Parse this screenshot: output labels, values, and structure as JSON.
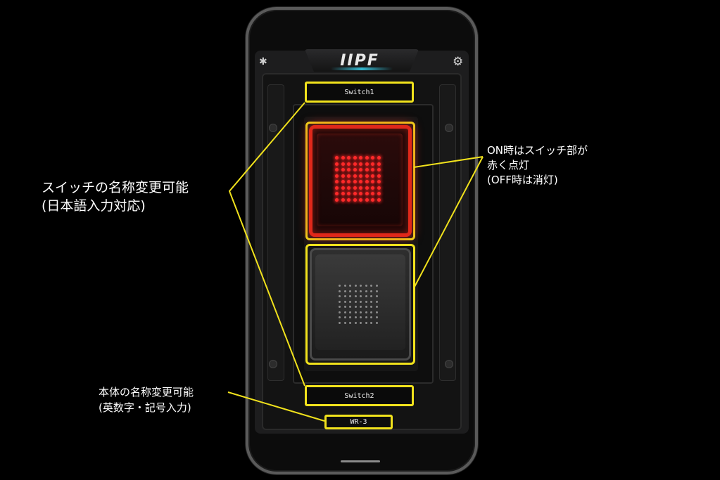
{
  "app": {
    "brand_logo_text": "IIPF"
  },
  "switches": {
    "top_name": "Switch1",
    "bottom_name": "Switch2",
    "top_state": "on",
    "bottom_state": "off"
  },
  "device": {
    "name": "WR-3"
  },
  "annotations": {
    "switch_rename_line1": "スイッチの名称変更可能",
    "switch_rename_line2": "(日本語入力対応)",
    "device_rename_line1": "本体の名称変更可能",
    "device_rename_line2": "(英数字・記号入力)",
    "on_light_line1": "ON時はスイッチ部が",
    "on_light_line2": "赤く点灯",
    "on_light_line3": "(OFF時は消灯)"
  },
  "icons": {
    "bluetooth": "bluetooth-icon",
    "settings": "gear-icon"
  },
  "colors": {
    "highlight": "#f1e21c",
    "led_on": "#e0281a",
    "accent_glow": "#39d4f0"
  }
}
